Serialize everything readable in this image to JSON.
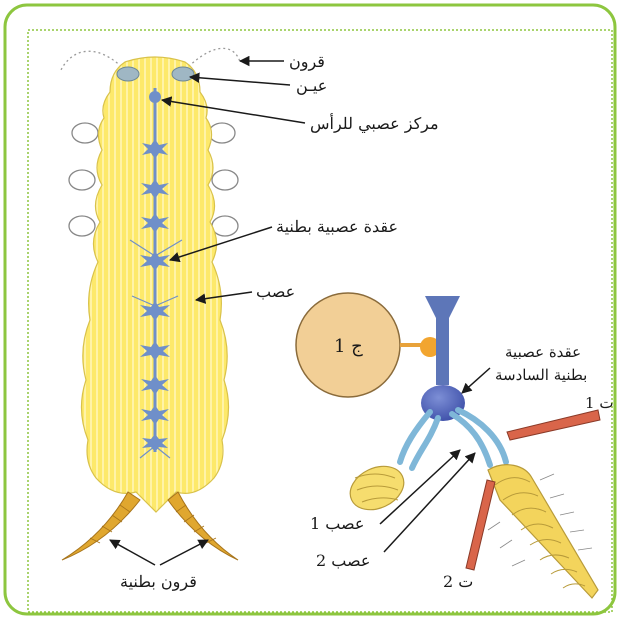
{
  "labels": {
    "antennae": "قرون",
    "eye": "عيـن",
    "head_nerve_center": "مركز عصبي للرأس",
    "ventral_ganglion": "عقدة عصبية بطنية",
    "nerve": "عصب",
    "abdominal_horns": "قرون بطنية",
    "sixth_ganglion_line1": "عقدة عصبية",
    "sixth_ganglion_line2": "بطنية السادسة",
    "electrode_1": "ت 1",
    "electrode_2": "ت 2",
    "nerve_1": "عصب 1",
    "nerve_2": "عصب 2",
    "device": "ج 1"
  },
  "colors": {
    "frame": "#8dc63f",
    "body": "#fde96a",
    "nerve": "#6f8fc9",
    "device": "#f2cf96",
    "electrode": "#d9654a",
    "horn": "#e0a72f"
  }
}
